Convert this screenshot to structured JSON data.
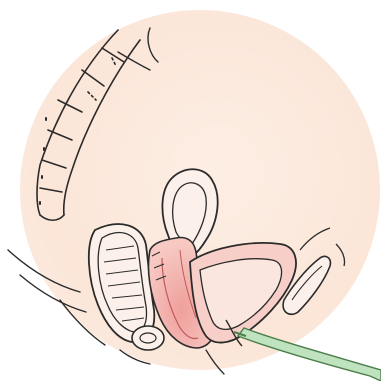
{
  "diagram": {
    "colors": {
      "background": "#ffffff",
      "halo": "#fbe7da",
      "outline": "#2b2b2b",
      "pink_fill": "#f5c6c0",
      "pink_dark": "#ea9d9a",
      "catheter": "#bfe2bf",
      "catheter_outline": "#4c7f4c"
    },
    "parts": [
      "sacrum",
      "rectum",
      "uterus",
      "vagina",
      "bladder",
      "pubic-symphysis",
      "catheter"
    ]
  }
}
